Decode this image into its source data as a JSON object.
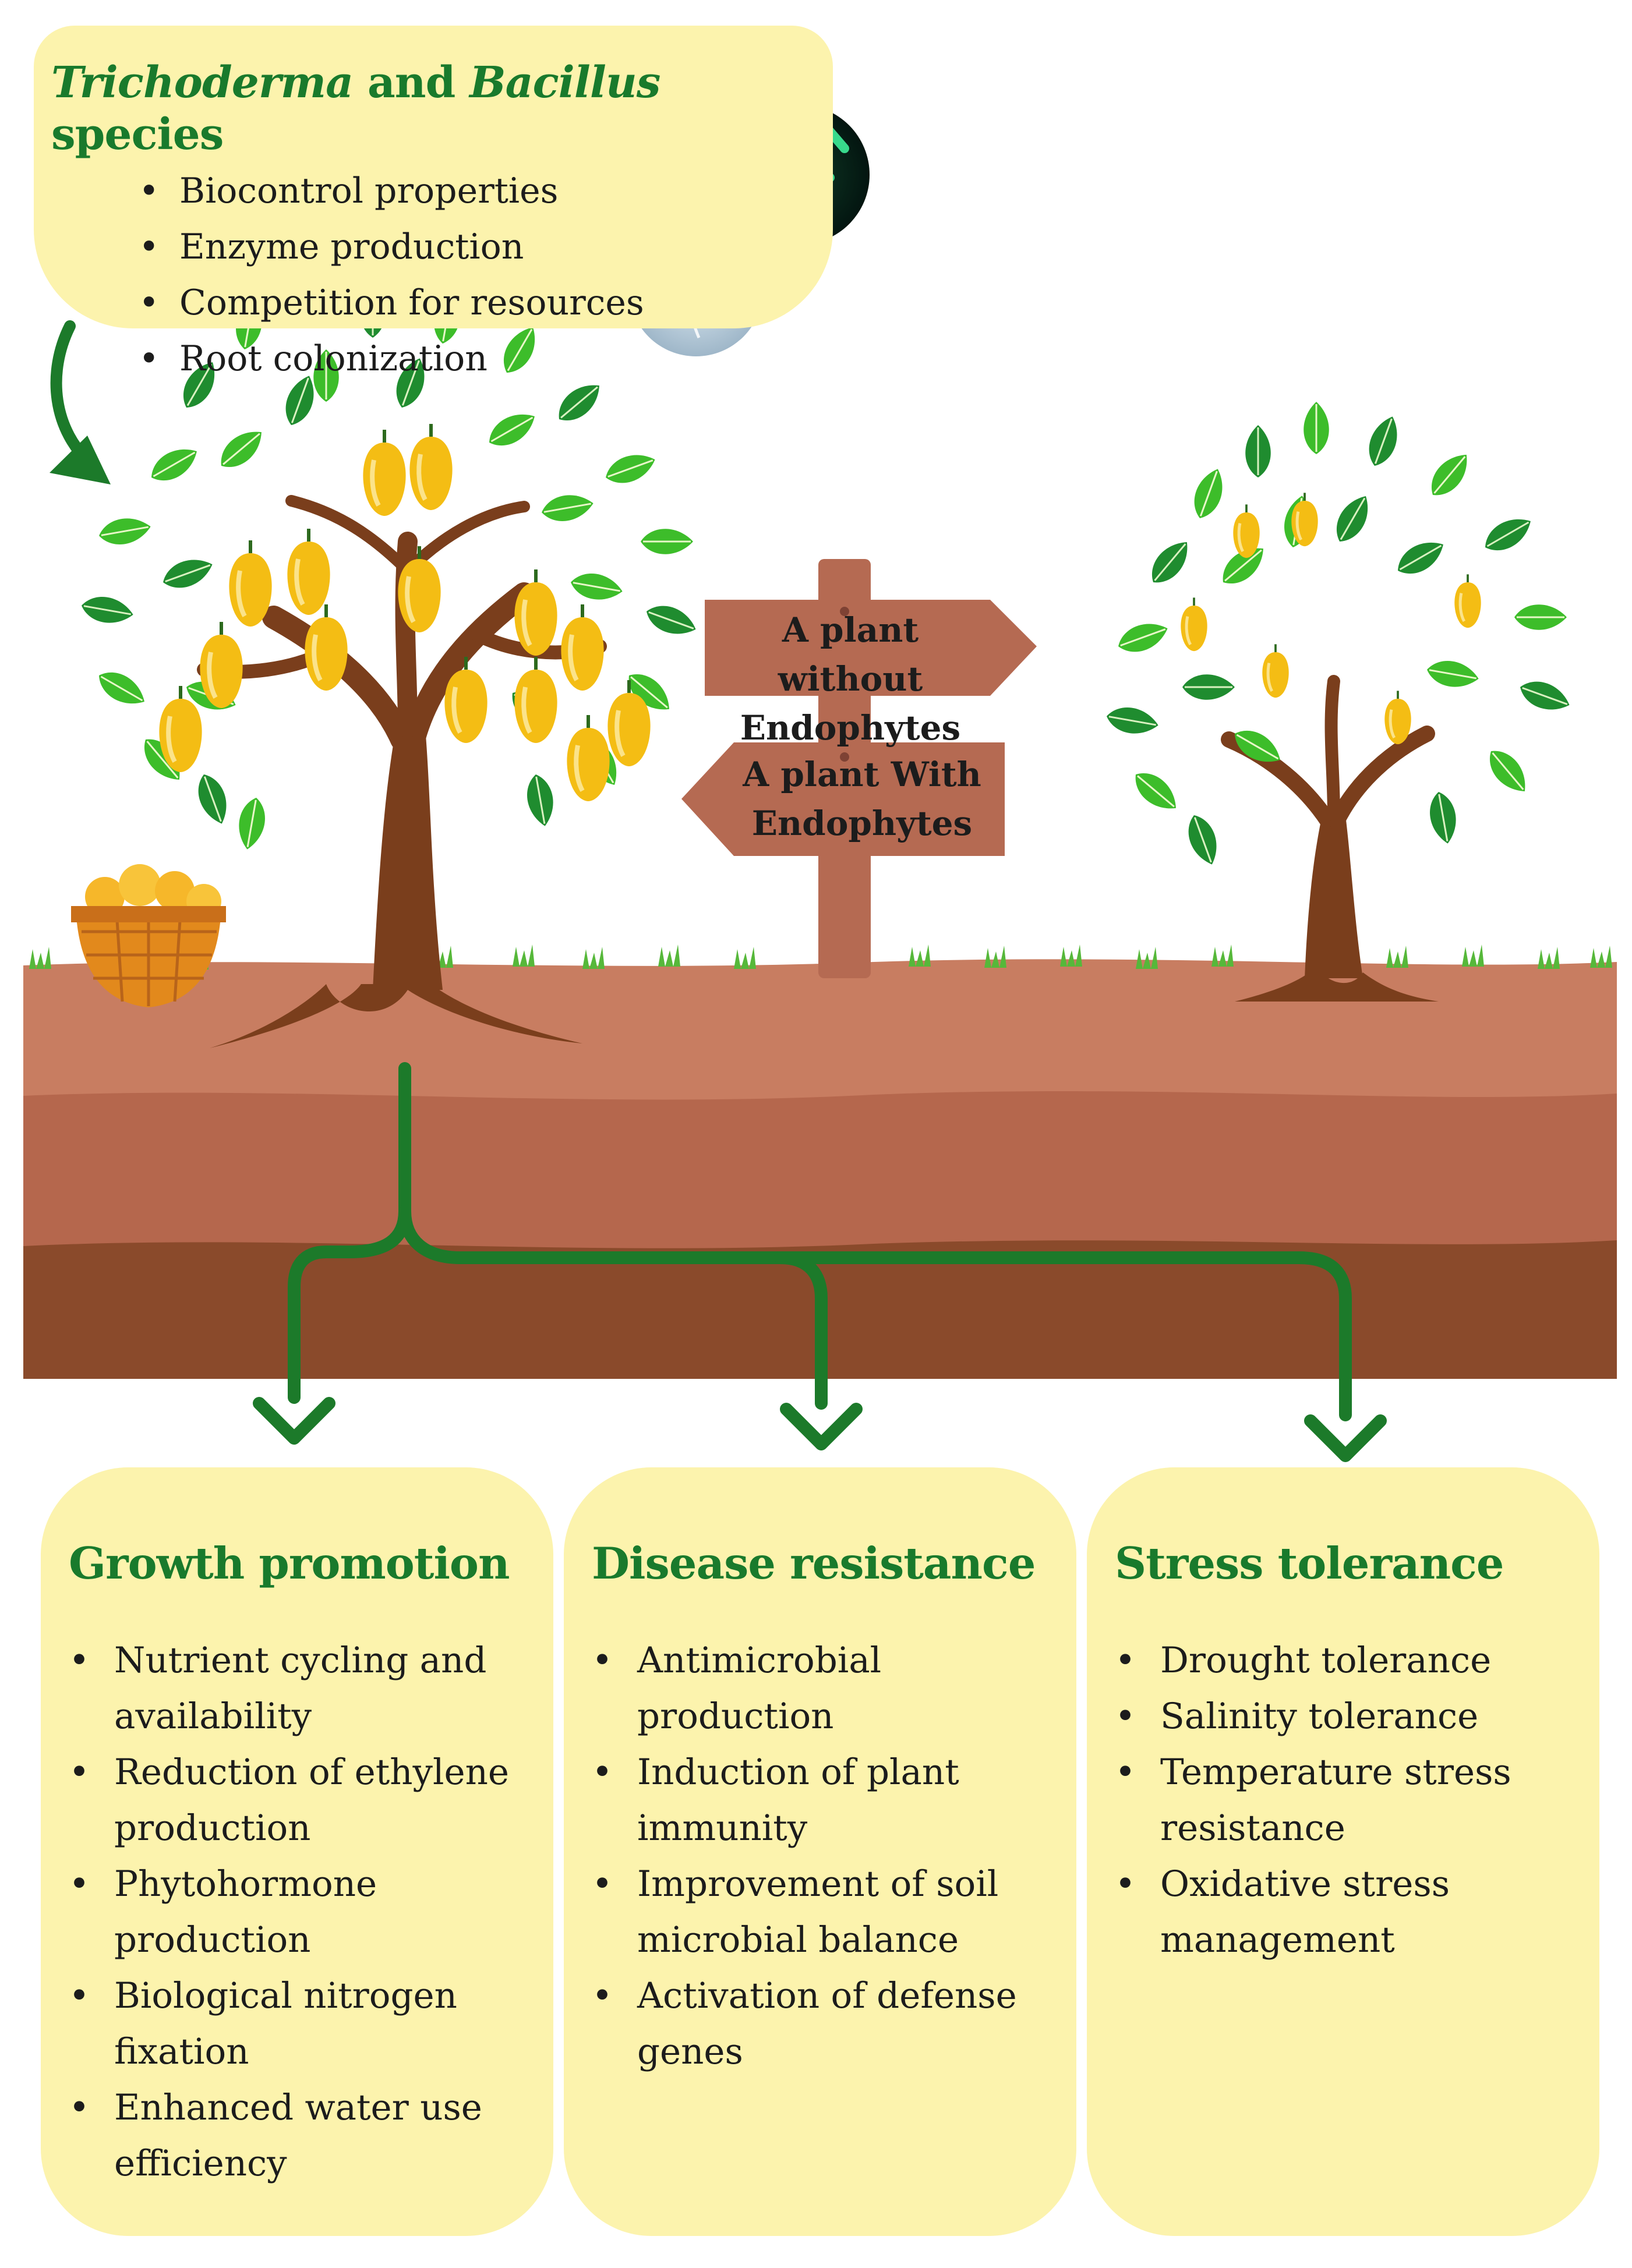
{
  "colors": {
    "card_fill": "#fcf3ad",
    "heading_green": "#197a2c",
    "arrow_green": "#1c7a2a",
    "soil_top": "#c87d61",
    "soil_mid": "#b5674d",
    "soil_bottom": "#8a4a2b",
    "leaf_light": "#3dbd2a",
    "leaf_dark": "#1f8c2f",
    "fruit": "#f4bd14",
    "trunk": "#7a3e1c",
    "sign_wood": "#b56a52"
  },
  "top_card": {
    "title_italic_1": "Trichoderma",
    "title_mid": " and ",
    "title_italic_2": "Bacillus",
    "title_end": " species",
    "items": [
      "Biocontrol properties",
      "Enzyme production",
      "Competition for resources",
      "Root colonization"
    ]
  },
  "signpost": {
    "upper_sign": [
      "A plant without",
      "Endophytes"
    ],
    "lower_sign": [
      "A plant With",
      "Endophytes"
    ]
  },
  "boxes": [
    {
      "title": "Growth promotion",
      "items": [
        "Nutrient cycling and availability",
        "Reduction of ethylene production",
        "Phytohormone production",
        "Biological nitrogen fixation",
        "Enhanced water use efficiency"
      ]
    },
    {
      "title": "Disease resistance",
      "items": [
        "Antimicrobial production",
        "Induction of plant immunity",
        "Improvement of soil microbial balance",
        "Activation of defense genes"
      ]
    },
    {
      "title": "Stress tolerance",
      "items": [
        "Drought tolerance",
        "Salinity tolerance",
        "Temperature stress resistance",
        "Oxidative stress management"
      ]
    }
  ]
}
